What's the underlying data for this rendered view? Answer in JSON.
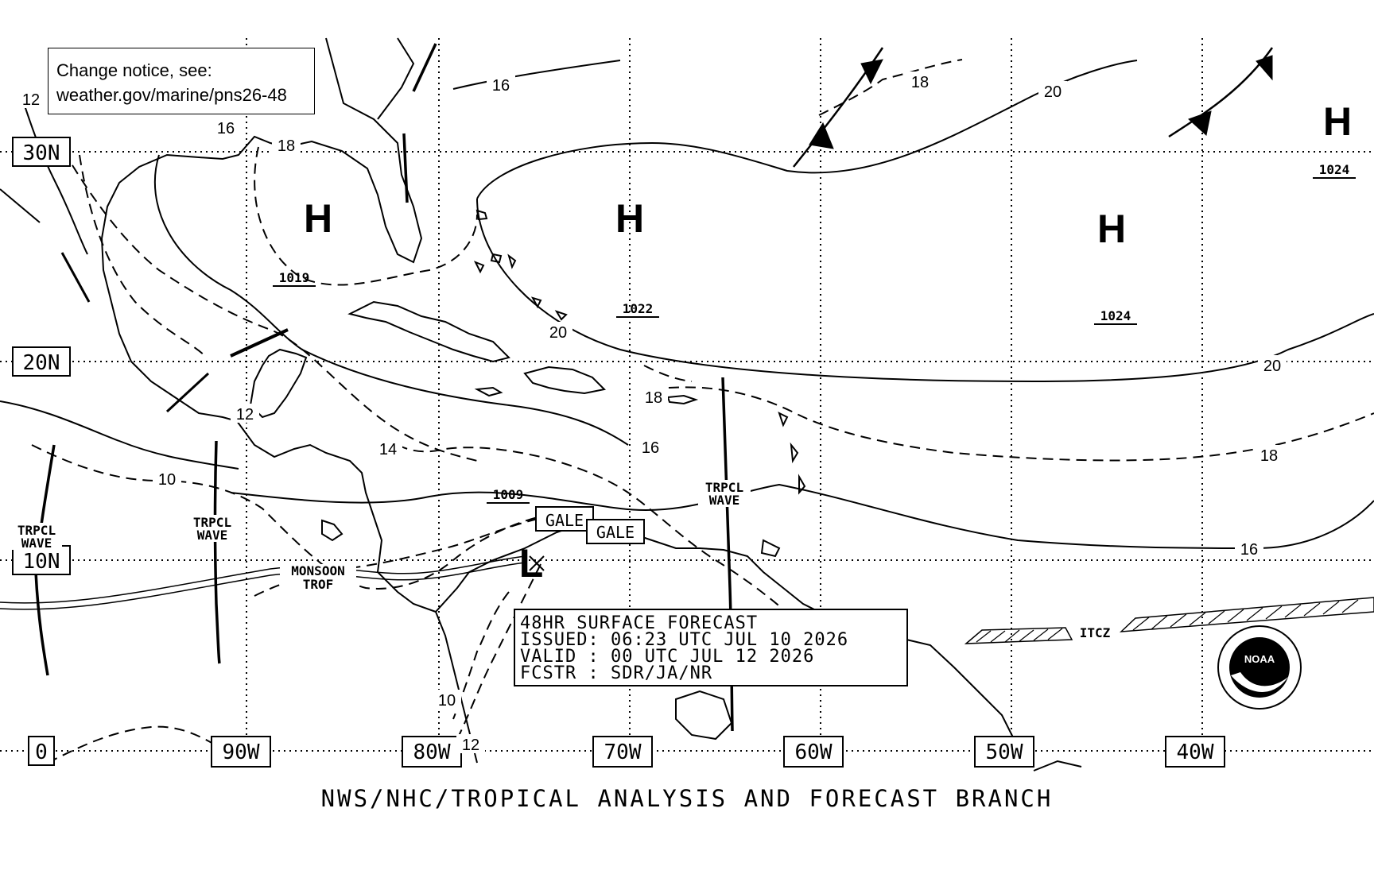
{
  "notice": {
    "line1": "Change notice, see:",
    "line2": "weather.gov/marine/pns26-48"
  },
  "lat_labels": [
    "30N",
    "20N",
    "10N",
    "0"
  ],
  "lon_labels": [
    "90W",
    "80W",
    "70W",
    "60W",
    "50W",
    "40W"
  ],
  "pressure_centers": [
    {
      "type": "H",
      "value": "1019"
    },
    {
      "type": "H",
      "value": "1022"
    },
    {
      "type": "H",
      "value": "1024"
    },
    {
      "type": "H",
      "value": "1024"
    },
    {
      "type": "L",
      "value": "1009"
    }
  ],
  "isobar_labels": [
    "12",
    "16",
    "18",
    "16",
    "18",
    "20",
    "20",
    "20",
    "18",
    "18",
    "16",
    "16",
    "14",
    "12",
    "10",
    "10",
    "12"
  ],
  "features": {
    "trpcl": "TRPCL",
    "wave": "WAVE",
    "monsoon": "MONSOON",
    "trof": "TROF",
    "itcz": "ITCZ",
    "gale": "GALE"
  },
  "forecast": {
    "title": "48HR SURFACE FORECAST",
    "issued": "ISSUED: 06:23 UTC JUL 10 2026",
    "valid": "VALID : 00 UTC JUL 12 2026",
    "fcstr": "FCSTR : SDR/JA/NR"
  },
  "footer": "NWS/NHC/TROPICAL ANALYSIS AND FORECAST BRANCH",
  "logo_text": "NOAA",
  "colors": {
    "ink": "#000000",
    "background": "#ffffff"
  }
}
